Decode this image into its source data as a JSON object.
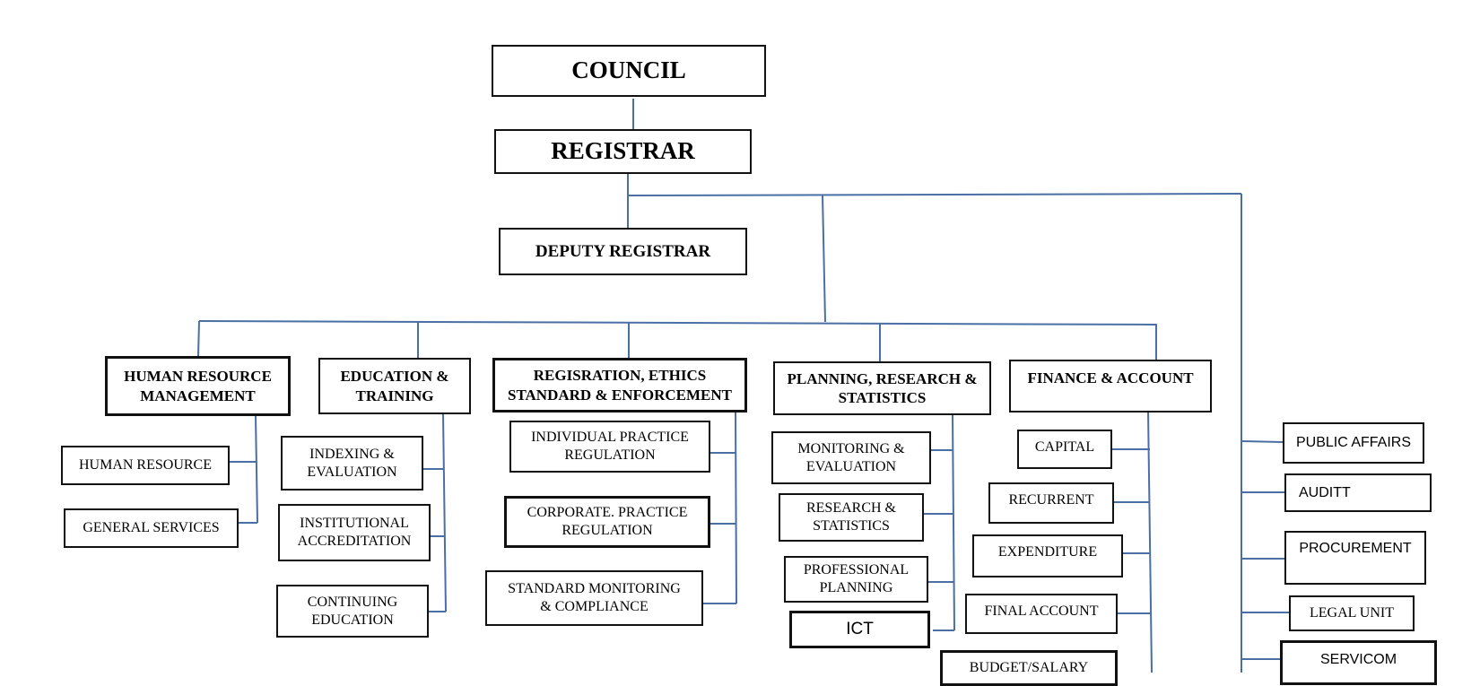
{
  "top": {
    "council": "COUNCIL",
    "registrar": "REGISTRAR",
    "deputy_registrar": "DEPUTY REGISTRAR"
  },
  "departments": {
    "hr": {
      "title": "HUMAN RESOURCE\nMANAGEMENT",
      "units": [
        "HUMAN RESOURCE",
        "GENERAL SERVICES"
      ]
    },
    "education": {
      "title": "EDUCATION &\nTRAINING",
      "units": [
        "INDEXING &\nEVALUATION",
        "INSTITUTIONAL\nACCREDITATION",
        "CONTINUING\nEDUCATION"
      ]
    },
    "registration": {
      "title": "REGISRATION, ETHICS\nSTANDARD & ENFORCEMENT",
      "units": [
        "INDIVIDUAL PRACTICE\nREGULATION",
        "CORPORATE. PRACTICE\nREGULATION",
        "STANDARD MONITORING\n& COMPLIANCE"
      ]
    },
    "planning": {
      "title": "PLANNING, RESEARCH &\nSTATISTICS",
      "units": [
        "MONITORING &\nEVALUATION",
        "RESEARCH &\nSTATISTICS",
        "PROFESSIONAL\nPLANNING",
        "ICT"
      ]
    },
    "finance": {
      "title": "FINANCE & ACCOUNT",
      "units": [
        "CAPITAL",
        "RECURRENT",
        "EXPENDITURE",
        "FINAL ACCOUNT",
        "BUDGET/SALARY"
      ]
    }
  },
  "registrar_units": [
    "PUBLIC AFFAIRS",
    "AUDITT",
    "PROCUREMENT",
    "LEGAL UNIT",
    "SERVICOM"
  ],
  "colors": {
    "connector": "#4a6fa5",
    "border": "#111111"
  }
}
